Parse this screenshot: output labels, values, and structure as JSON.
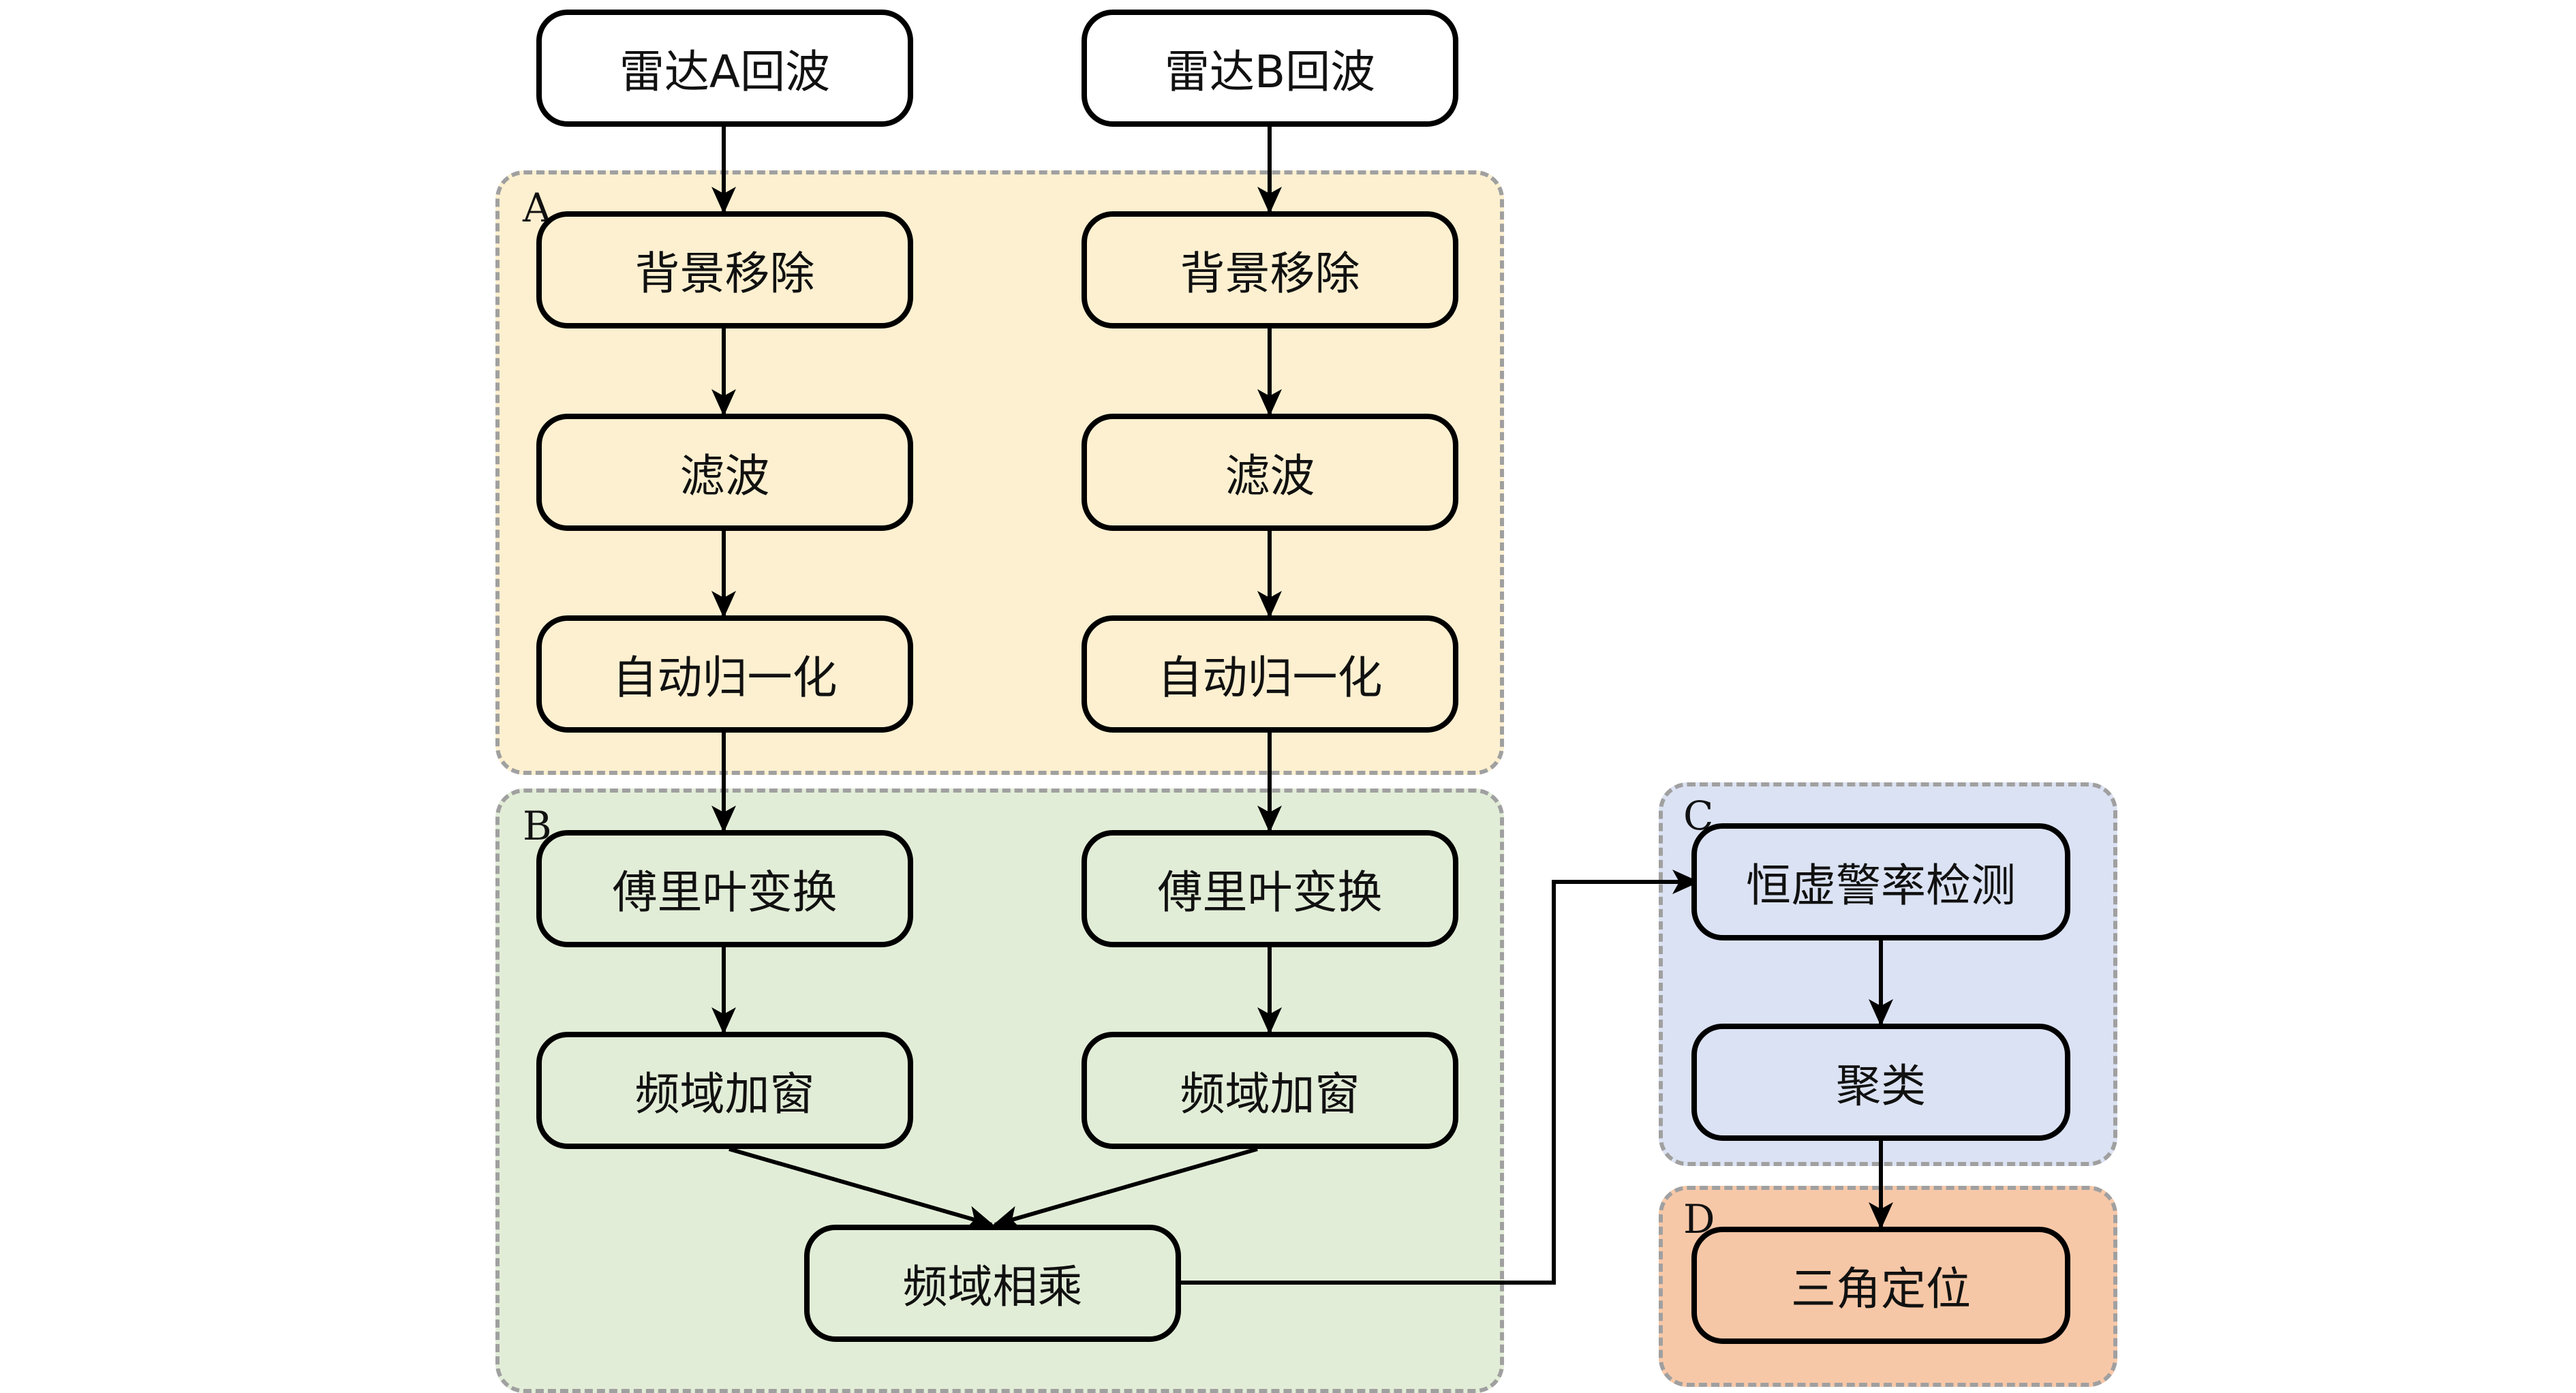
{
  "colors": {
    "group_a": "#fdf0d0",
    "group_b": "#e2edd7",
    "group_c": "#dbe2f3",
    "group_d": "#f7c8a8",
    "node_white": "#ffffff",
    "node_a": "#fdf0d0",
    "node_b": "#e2edd7",
    "node_c": "#dbe2f3",
    "node_d": "#f6c7a6"
  },
  "groups": {
    "a": {
      "label": "A"
    },
    "b": {
      "label": "B"
    },
    "c": {
      "label": "C"
    },
    "d": {
      "label": "D"
    }
  },
  "nodes": {
    "radar_a": "雷达A回波",
    "radar_b": "雷达B回波",
    "bg_remove_a": "背景移除",
    "bg_remove_b": "背景移除",
    "filter_a": "滤波",
    "filter_b": "滤波",
    "normalize_a": "自动归一化",
    "normalize_b": "自动归一化",
    "fourier_a": "傅里叶变换",
    "fourier_b": "傅里叶变换",
    "window_a": "频域加窗",
    "window_b": "频域加窗",
    "multiply": "频域相乘",
    "cfar": "恒虚警率检测",
    "cluster": "聚类",
    "triangulate": "三角定位"
  }
}
